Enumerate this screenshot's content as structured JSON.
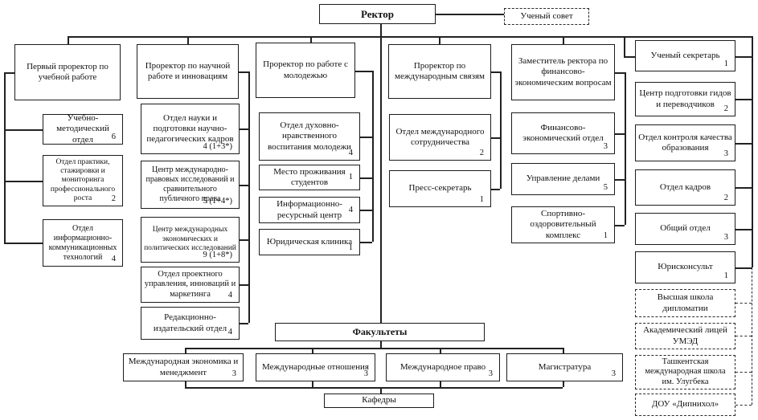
{
  "rector": {
    "label": "Ректор"
  },
  "academic_council": {
    "label": "Ученый совет"
  },
  "columns": [
    {
      "head": "Первый проректор по учебной работе",
      "children": [
        {
          "label": "Учебно-методический отдел",
          "count": "6"
        },
        {
          "label": "Отдел практики, стажировки и мониторинга профессионального роста",
          "count": "2"
        },
        {
          "label": "Отдел информационно-коммуникационных технологий",
          "count": "4"
        }
      ]
    },
    {
      "head": "Проректор по научной работе и инновациям",
      "children": [
        {
          "label": "Отдел науки и подготовки научно-педагогических кадров",
          "count": "4 (1+3*)"
        },
        {
          "label": "Центр международно-правовых исследований и сравнительного публичного права",
          "count": "5 (1+4*)"
        },
        {
          "label": "Центр международных экономических и политических исследований",
          "count": "9 (1+8*)"
        },
        {
          "label": "Отдел проектного управления, инноваций и маркетинга",
          "count": "4"
        },
        {
          "label": "Редакционно-издательский отдел",
          "count": "4"
        }
      ]
    },
    {
      "head": "Проректор по работе с молодежью",
      "children": [
        {
          "label": "Отдел духовно-нравственного воспитания молодежи",
          "count": "4"
        },
        {
          "label": "Место проживания студентов",
          "count": "1"
        },
        {
          "label": "Информационно-ресурсный центр",
          "count": "4"
        },
        {
          "label": "Юридическая клиника",
          "count": "1"
        }
      ]
    },
    {
      "head": "Проректор по международным связям",
      "children": [
        {
          "label": "Отдел международного сотрудничества",
          "count": "2"
        },
        {
          "label": "Пресс-секретарь",
          "count": "1"
        }
      ]
    },
    {
      "head": "Заместитель ректора по финансово-экономическим вопросам",
      "children": [
        {
          "label": "Финансово-экономический отдел",
          "count": "3"
        },
        {
          "label": "Управление делами",
          "count": "5"
        },
        {
          "label": "Спортивно-оздоровительный комплекс",
          "count": "1"
        }
      ]
    }
  ],
  "right_column": {
    "items": [
      {
        "label": "Ученый секретарь",
        "count": "1"
      },
      {
        "label": "Центр подготовки гидов и переводчиков",
        "count": "2"
      },
      {
        "label": "Отдел контроля качества образования",
        "count": "3"
      },
      {
        "label": "Отдел кадров",
        "count": "2"
      },
      {
        "label": "Общий отдел",
        "count": "3"
      },
      {
        "label": "Юрисконсульт",
        "count": "1"
      }
    ],
    "affiliated": [
      {
        "label": "Высшая школа дипломатии"
      },
      {
        "label": "Академический лицей УМЭД"
      },
      {
        "label": "Ташкентская международная школа им. Улугбека"
      },
      {
        "label": "ДОУ «Дипнихол»"
      }
    ]
  },
  "faculties_header": {
    "label": "Факультеты"
  },
  "faculties": [
    {
      "label": "Международная экономика и менеджмент",
      "count": "3"
    },
    {
      "label": "Международные отношения",
      "count": "3"
    },
    {
      "label": "Международное право",
      "count": "3"
    },
    {
      "label": "Магистратура",
      "count": "3"
    }
  ],
  "departments": {
    "label": "Кафедры"
  }
}
